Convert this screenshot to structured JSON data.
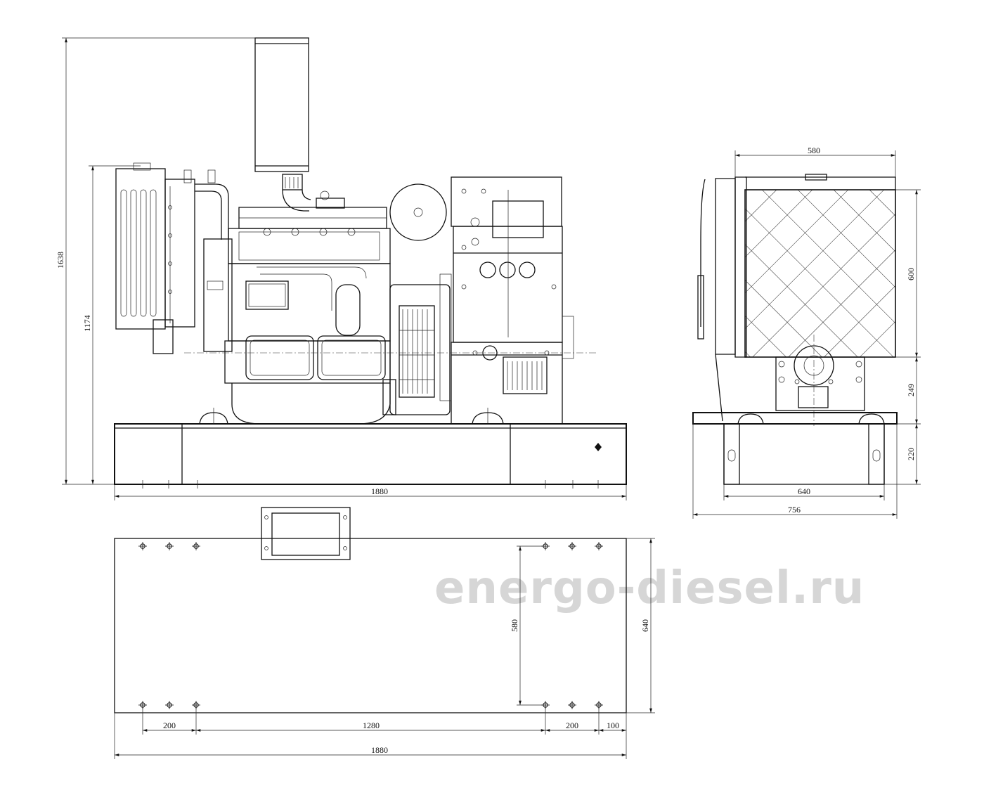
{
  "watermark": "energo-diesel.ru",
  "front_view": {
    "dim_total_height": "1638",
    "dim_frame_height": "1174",
    "dim_length": "1880"
  },
  "side_view": {
    "dim_enclosure_width": "580",
    "dim_enclosure_height": "600",
    "dim_alternator_height": "249",
    "dim_base_height": "220",
    "dim_base_inner_width": "640",
    "dim_base_outer_width": "756"
  },
  "plan_view": {
    "dim_hole_pitch_left": "200",
    "dim_hole_span": "1280",
    "dim_hole_pitch_right": "200",
    "dim_edge_offset": "100",
    "dim_total_length": "1880",
    "dim_hole_row_spacing": "580",
    "dim_total_width": "640"
  }
}
